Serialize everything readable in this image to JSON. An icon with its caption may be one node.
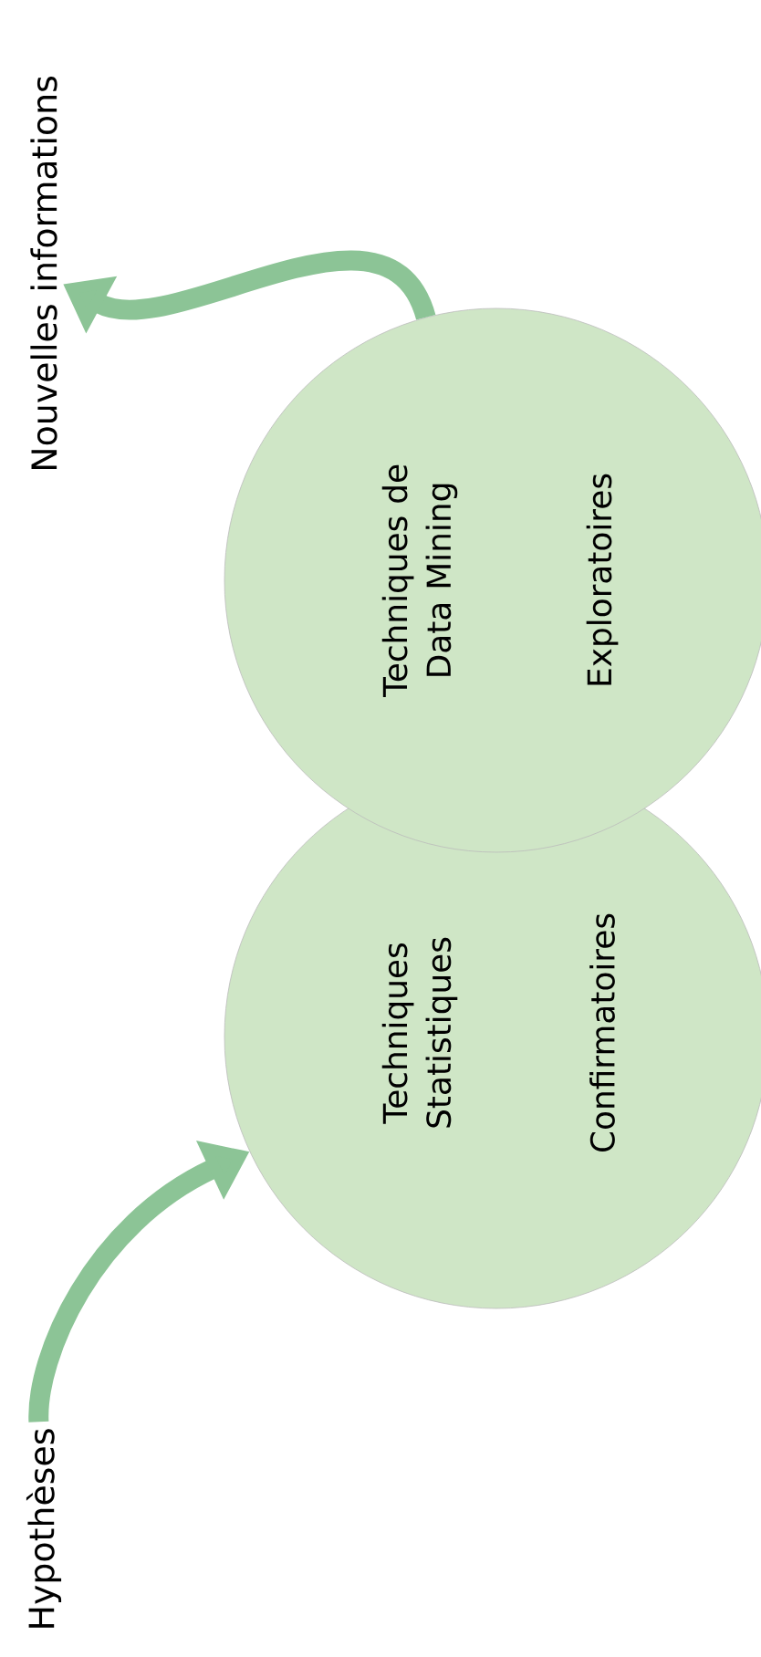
{
  "diagram": {
    "nodes": [
      {
        "text": [
          "Hypothèses"
        ]
      },
      {
        "text": [
          "Techniques Statistiques",
          "Confirmatoires"
        ]
      },
      {
        "text": [
          "Techniques de Data Mining",
          "Exploratoires"
        ]
      },
      {
        "text": [
          "Nouvelles informations"
        ]
      }
    ],
    "edges": [
      {
        "from": 0,
        "to": 1,
        "arrow": "to"
      },
      {
        "from": 2,
        "to": 3,
        "arrow": "to"
      }
    ]
  }
}
